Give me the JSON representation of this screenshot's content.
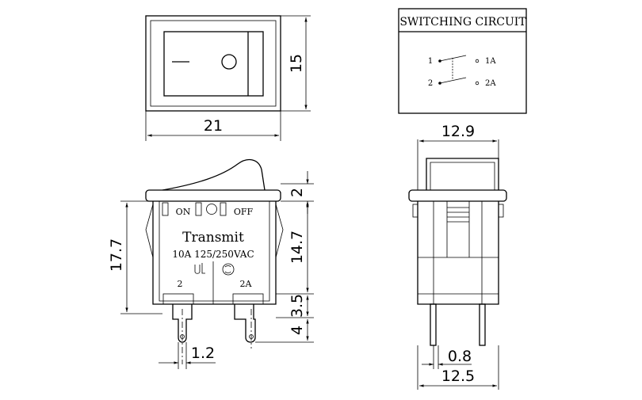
{
  "top_view": {
    "width_label": "21",
    "height_label": "15",
    "off_symbol": "—",
    "on_symbol": "O"
  },
  "circuit": {
    "title": "SWITCHING CIRCUIT",
    "terminals": [
      "1",
      "2",
      "1A",
      "2A"
    ]
  },
  "side_view": {
    "on_label": "ON",
    "off_label": "OFF",
    "brand": "Transmit",
    "rating": "10A 125/250VAC",
    "terminal_left": "2",
    "terminal_right": "2A",
    "dim_total_height": "17.7",
    "dim_body_height": "14.7",
    "dim_rocker": "2",
    "dim_terminal_gap": "3.5",
    "dim_terminal_len": "4",
    "dim_terminal_width": "1.2"
  },
  "end_view": {
    "dim_top_width": "12.9",
    "dim_bottom_width": "12.5",
    "dim_pin": "0.8"
  }
}
